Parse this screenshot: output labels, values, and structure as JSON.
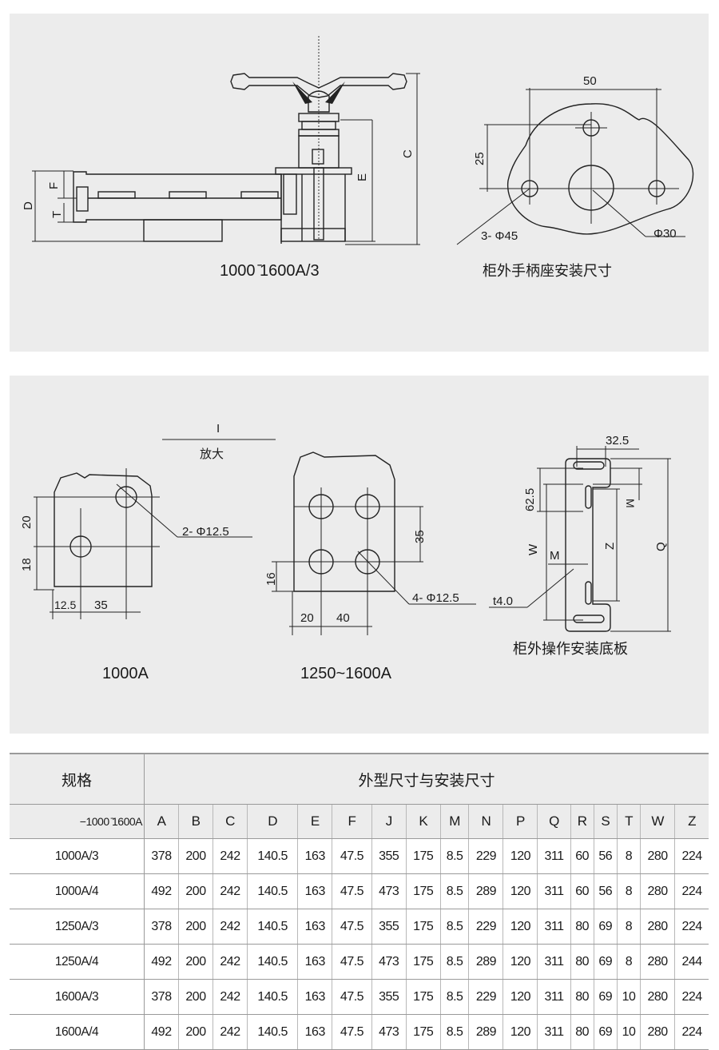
{
  "top_panel": {
    "handle_labels": {
      "C": "C",
      "D": "D",
      "E": "E",
      "F": "F",
      "T": "T"
    },
    "handle_caption": "1000 ̄1600A/3",
    "seat_dims": {
      "d50": "50",
      "d25": "25",
      "holes": "3- Φ45",
      "center": "Φ30"
    },
    "seat_caption": "柜外手柄座安装尺寸"
  },
  "mid_panel": {
    "detail_mark": "I",
    "detail_label": "放大",
    "a1000": {
      "d20": "20",
      "d18": "18",
      "d12_5": "12.5",
      "d35": "35",
      "holes": "2- Φ12.5",
      "caption": "1000A"
    },
    "a1250": {
      "d35": "35",
      "d16": "16",
      "d20": "20",
      "d40": "40",
      "holes": "4- Φ12.5",
      "caption": "1250~1600A"
    },
    "plate": {
      "d32_5": "32.5",
      "d62_5": "62.5",
      "M": "M",
      "W": "W",
      "M2": "M",
      "Z": "Z",
      "Q": "Q",
      "thickness": "t4.0",
      "caption": "柜外操作安装底板"
    }
  },
  "table": {
    "spec_header": "规格",
    "group_header": "外型尺寸与安装尺寸",
    "model_note": "−1000 ̄1600A",
    "columns": [
      "A",
      "B",
      "C",
      "D",
      "E",
      "F",
      "J",
      "K",
      "M",
      "N",
      "P",
      "Q",
      "R",
      "S",
      "T",
      "W",
      "Z"
    ],
    "rows": [
      {
        "spec": "1000A/3",
        "values": [
          "378",
          "200",
          "242",
          "140.5",
          "163",
          "47.5",
          "355",
          "175",
          "8.5",
          "229",
          "120",
          "311",
          "60",
          "56",
          "8",
          "280",
          "224"
        ]
      },
      {
        "spec": "1000A/4",
        "values": [
          "492",
          "200",
          "242",
          "140.5",
          "163",
          "47.5",
          "473",
          "175",
          "8.5",
          "289",
          "120",
          "311",
          "60",
          "56",
          "8",
          "280",
          "224"
        ]
      },
      {
        "spec": "1250A/3",
        "values": [
          "378",
          "200",
          "242",
          "140.5",
          "163",
          "47.5",
          "355",
          "175",
          "8.5",
          "229",
          "120",
          "311",
          "80",
          "69",
          "8",
          "280",
          "224"
        ]
      },
      {
        "spec": "1250A/4",
        "values": [
          "492",
          "200",
          "242",
          "140.5",
          "163",
          "47.5",
          "473",
          "175",
          "8.5",
          "289",
          "120",
          "311",
          "80",
          "69",
          "8",
          "280",
          "244"
        ]
      },
      {
        "spec": "1600A/3",
        "values": [
          "378",
          "200",
          "242",
          "140.5",
          "163",
          "47.5",
          "355",
          "175",
          "8.5",
          "229",
          "120",
          "311",
          "80",
          "69",
          "10",
          "280",
          "224"
        ]
      },
      {
        "spec": "1600A/4",
        "values": [
          "492",
          "200",
          "242",
          "140.5",
          "163",
          "47.5",
          "473",
          "175",
          "8.5",
          "289",
          "120",
          "311",
          "80",
          "69",
          "10",
          "280",
          "224"
        ]
      }
    ]
  }
}
